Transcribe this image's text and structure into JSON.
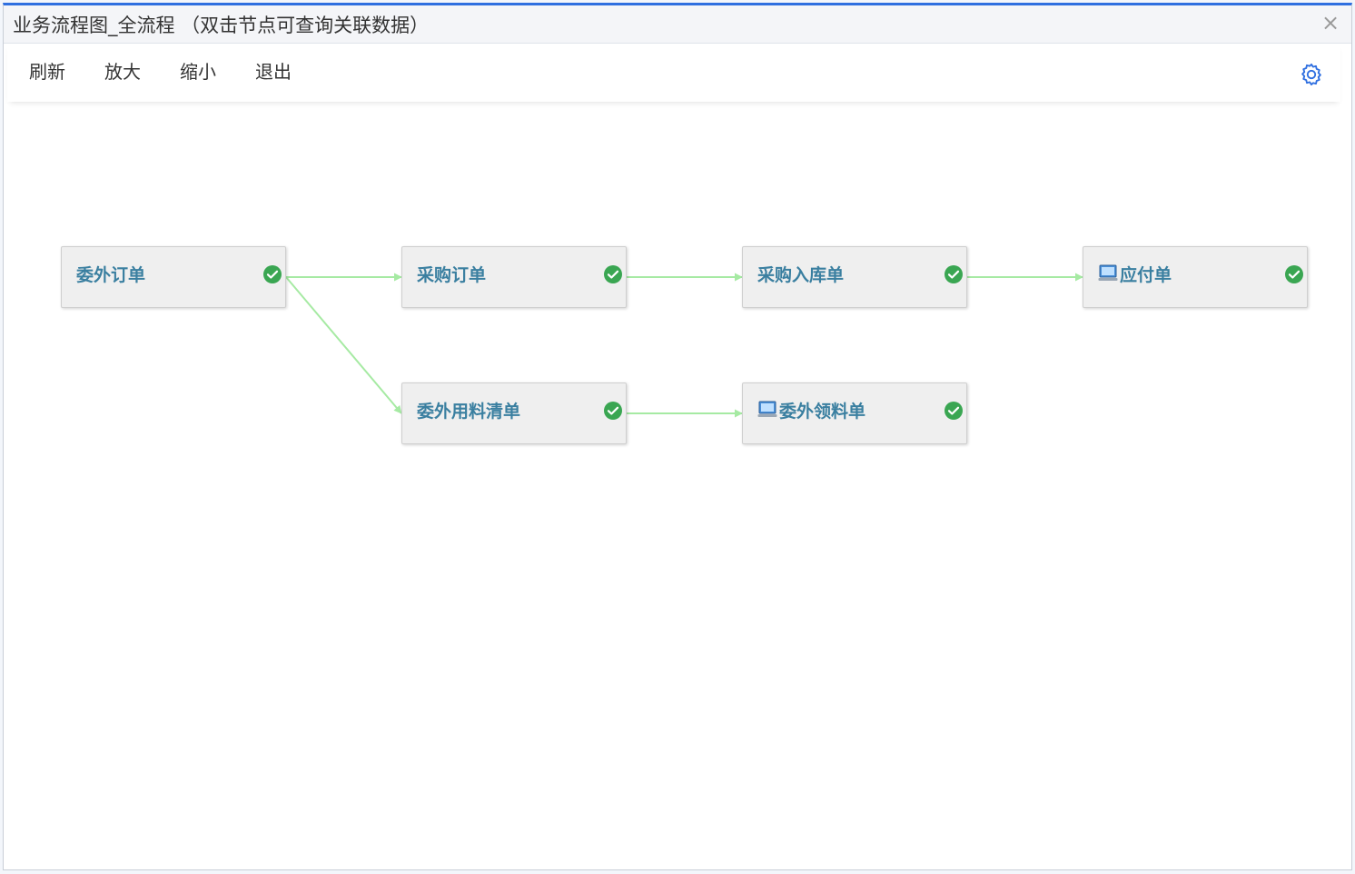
{
  "window": {
    "title": "业务流程图_全流程 （双击节点可查询关联数据）",
    "close_label": "×"
  },
  "toolbar": {
    "refresh_label": "刷新",
    "zoom_in_label": "放大",
    "zoom_out_label": "缩小",
    "exit_label": "退出"
  },
  "colors": {
    "accent": "#2f6fe0",
    "node_text": "#3a7fa0",
    "check_green": "#3aa652",
    "edge_green": "#a6eaa3"
  },
  "flow": {
    "nodes": [
      {
        "id": "n1",
        "label": "委外订单",
        "icon": "",
        "status": "check-icon"
      },
      {
        "id": "n2",
        "label": "采购订单",
        "icon": "",
        "status": "check-icon"
      },
      {
        "id": "n3",
        "label": "采购入库单",
        "icon": "",
        "status": "check-icon"
      },
      {
        "id": "n4",
        "label": "应付单",
        "icon": "computer-icon",
        "status": "check-icon"
      },
      {
        "id": "n5",
        "label": "委外用料清单",
        "icon": "",
        "status": "check-icon"
      },
      {
        "id": "n6",
        "label": "委外领料单",
        "icon": "computer-icon",
        "status": "check-icon"
      }
    ],
    "edges": [
      {
        "from": "n1",
        "to": "n2"
      },
      {
        "from": "n2",
        "to": "n3"
      },
      {
        "from": "n3",
        "to": "n4"
      },
      {
        "from": "n1",
        "to": "n5"
      },
      {
        "from": "n5",
        "to": "n6"
      }
    ]
  }
}
